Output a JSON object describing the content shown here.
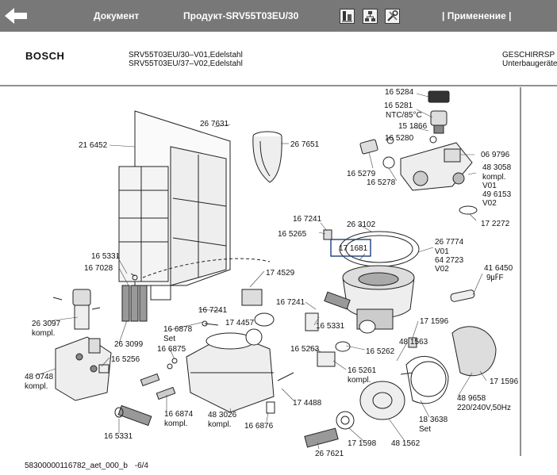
{
  "topbar": {
    "document_label": "Документ",
    "product_label": "Продукт-SRV55T03EU/30",
    "application_label": "| Применение |",
    "icons": [
      "back-arrow-icon",
      "document-list-icon",
      "network-diagram-icon",
      "tools-icon"
    ]
  },
  "header": {
    "brand": "BOSCH",
    "model_line1": "SRV55T03EU/30–V01,Edelstahl",
    "model_line2": "SRV55T03EU/37–V02,Edelstahl",
    "category_line1": "GESCHIRRSP",
    "category_line2": "Unterbaugeräte"
  },
  "diagram": {
    "highlighted_part": "17 1681",
    "labels": [
      "16 5284",
      "16 5281",
      "NTC/85°C",
      "15 1866",
      "16 5280",
      "06 9796",
      "16 5279",
      "16 5278",
      "48 3058",
      "kompl.",
      "V01",
      "49 6153",
      "V02",
      "17 2272",
      "26 7631",
      "26 7651",
      "21 6452",
      "16 7241",
      "16 5265",
      "26 3102",
      "17 1681",
      "26 7774",
      "V01",
      "64 2723",
      "V02",
      "41 6450",
      "9㎌F",
      "16 5331",
      "16 7028",
      "17 4529",
      "16 7241",
      "16 7241",
      "17 4457",
      "16 5331",
      "17 1596",
      "26 3097",
      "kompl.",
      "16 6878",
      "Set",
      "26 3099",
      "16 6875",
      "16 5263",
      "16 5262",
      "48 1563",
      "16 5256",
      "16 5261",
      "kompl.",
      "48 0748",
      "kompl.",
      "48 9658",
      "220/240V,50Hz",
      "17 1596",
      "48 3026",
      "kompl.",
      "17 4488",
      "16 6874",
      "kompl.",
      "16 6876",
      "18 3638",
      "Set",
      "16 5331",
      "17 1598",
      "48 1562",
      "26 7621"
    ]
  },
  "footer": {
    "doc_id": "58300000116782_aet_000_b",
    "page": "-6/4"
  }
}
